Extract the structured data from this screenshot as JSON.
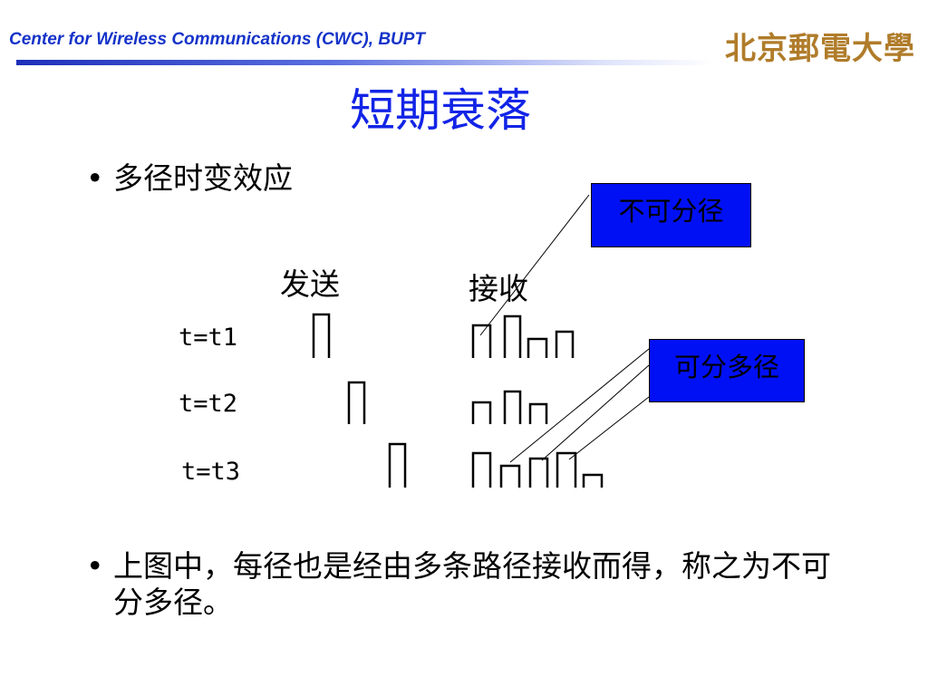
{
  "header": {
    "org": "Center for Wireless Communications (CWC), BUPT",
    "logo_text": "北京郵電大學"
  },
  "slide": {
    "title": "短期衰落",
    "bullet1": "多径时变效应",
    "bullet2": "上图中，每径也是经由多条路径接收而得，称之为不可分多径。",
    "bullet_glyph": "•"
  },
  "diagram": {
    "send_label": "发送",
    "recv_label": "接收",
    "times": [
      "t=t1",
      "t=t2",
      "t=t3"
    ],
    "callout_unresolvable": "不可分径",
    "callout_resolvable": "可分多径"
  },
  "colors": {
    "header_text": "#1533c9",
    "title": "#1224e6",
    "callout_bg": "#0010f5",
    "logo": "#b07c2a"
  }
}
